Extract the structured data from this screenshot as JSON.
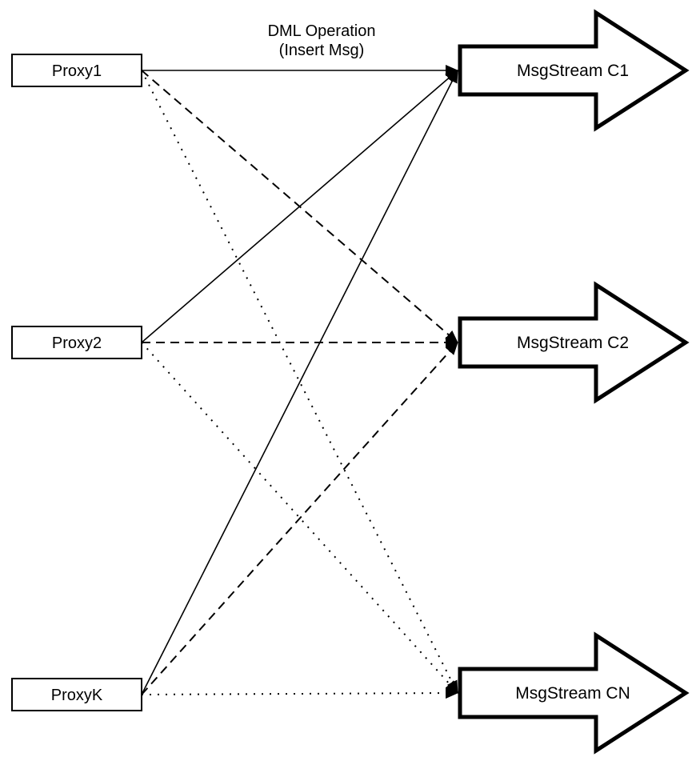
{
  "diagram": {
    "colors": {
      "background": "#ffffff",
      "stroke": "#000000",
      "node_fill": "#ffffff",
      "text": "#000000"
    },
    "edge_label": {
      "line1": "DML Operation",
      "line2": "(Insert Msg)"
    },
    "proxies": [
      {
        "id": "proxy1",
        "label": "Proxy1"
      },
      {
        "id": "proxy2",
        "label": "Proxy2"
      },
      {
        "id": "proxyk",
        "label": "ProxyK"
      }
    ],
    "streams": [
      {
        "id": "c1",
        "label": "MsgStream C1",
        "incoming_line_style": "solid"
      },
      {
        "id": "c2",
        "label": "MsgStream C2",
        "incoming_line_style": "dashed"
      },
      {
        "id": "cn",
        "label": "MsgStream CN",
        "incoming_line_style": "dotted"
      }
    ],
    "edges": [
      {
        "from": "proxy1",
        "to": "c1",
        "style": "solid"
      },
      {
        "from": "proxy1",
        "to": "c2",
        "style": "dashed"
      },
      {
        "from": "proxy1",
        "to": "cn",
        "style": "dotted"
      },
      {
        "from": "proxy2",
        "to": "c1",
        "style": "solid"
      },
      {
        "from": "proxy2",
        "to": "c2",
        "style": "dashed"
      },
      {
        "from": "proxy2",
        "to": "cn",
        "style": "dotted"
      },
      {
        "from": "proxyk",
        "to": "c1",
        "style": "solid"
      },
      {
        "from": "proxyk",
        "to": "c2",
        "style": "dashed"
      },
      {
        "from": "proxyk",
        "to": "cn",
        "style": "dotted"
      }
    ]
  }
}
